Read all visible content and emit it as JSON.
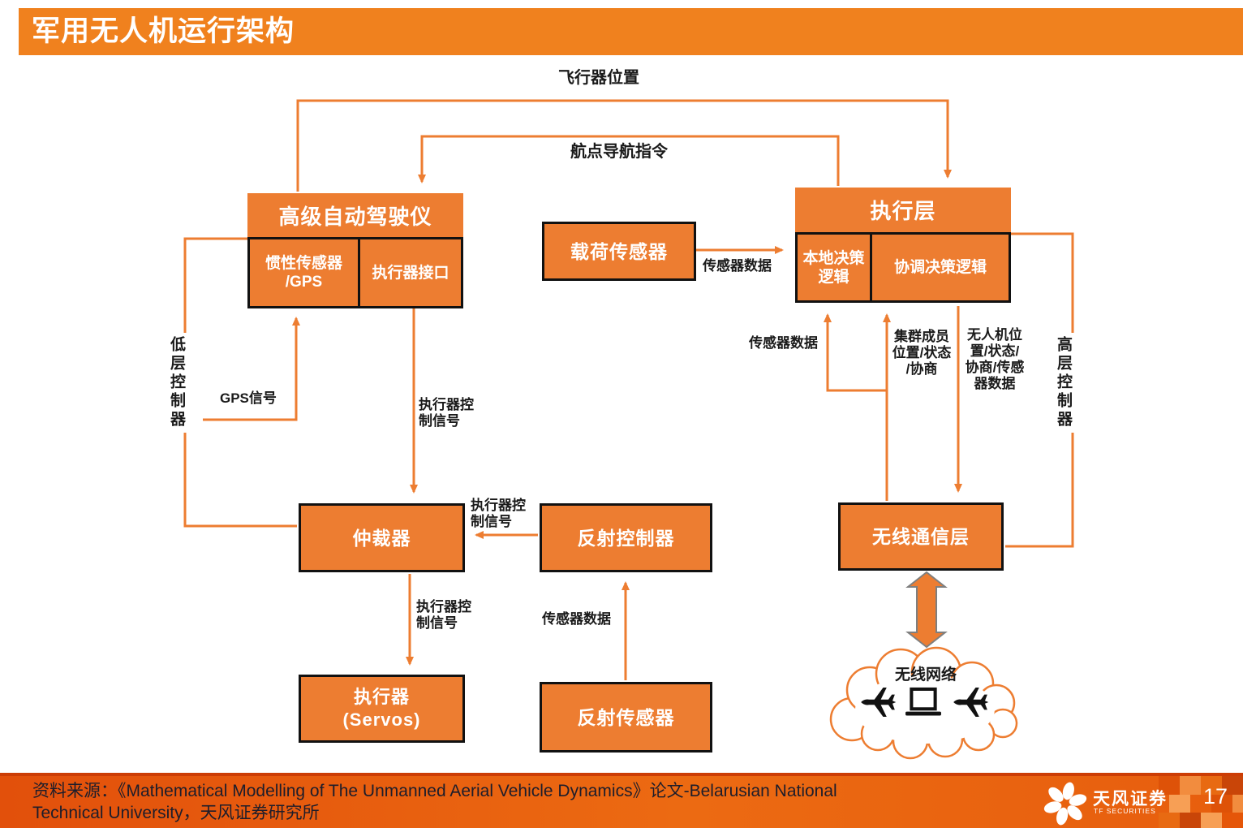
{
  "title_bar": {
    "title": "军用无人机运行架构"
  },
  "diagram": {
    "top_labels": {
      "vehicle_position": "飞行器位置",
      "waypoint_nav": "航点导航指令"
    },
    "autopilot": {
      "header": "高级自动驾驶仪",
      "imu_gps": "惯性传感器\n/GPS",
      "actuator_interface": "执行器接口"
    },
    "payload_sensor": "载荷传感器",
    "execution_layer": {
      "header": "执行层",
      "local_decision": "本地决策\n逻辑",
      "coordination_decision": "协调决策逻辑"
    },
    "arbiter": "仲裁器",
    "reflex_controller": "反射控制器",
    "wireless_comm_layer": "无线通信层",
    "actuators": "执行器\n(Servos)",
    "reflex_sensor": "反射传感器",
    "cloud": {
      "label": "无线网络",
      "icons": [
        "airplane-icon",
        "laptop-icon",
        "airplane-icon"
      ]
    },
    "edge_labels": {
      "payload_sensor_data": "传感器数据",
      "low_level_controller": "低层控制器",
      "gps_signal": "GPS信号",
      "actuator_ctrl_autopilot": "执行器控\n制信号",
      "actuator_ctrl_reflex": "执行器控\n制信号",
      "actuator_ctrl_servos": "执行器控\n制信号",
      "reflex_sensor_data": "传感器数据",
      "uplink_sensor_data": "传感器数据",
      "swarm_member_info": "集群成员\n位置/状态\n/协商",
      "uav_position_info": "无人机位\n置/状态/\n协商/传感\n器数据",
      "high_level_controller": "高层控制器"
    }
  },
  "footer": {
    "source_text": "资料来源：《Mathematical Modelling of The Unmanned Aerial Vehicle Dynamics》论文-Belarusian National\nTechnical University，天风证券研究所",
    "brand_name": "天风证券",
    "brand_sub": "TF SECURITIES",
    "page_number": "17"
  },
  "colors": {
    "box_orange": "#ED7D31",
    "title_bar_orange": "#F0811E",
    "footer_orange_dark": "#E2500B",
    "footer_orange_light": "#EC6A12",
    "box_border_black": "#111111",
    "block_arrow_outline_gray": "#7F7F7F"
  }
}
